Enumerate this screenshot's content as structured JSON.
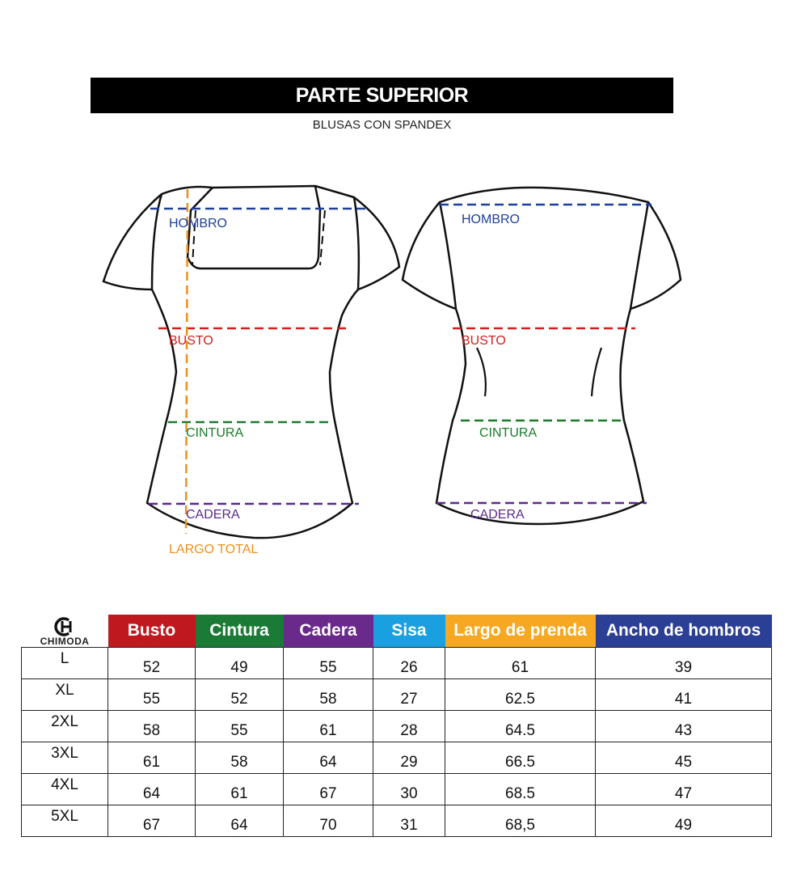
{
  "header": {
    "title": "PARTE SUPERIOR",
    "subtitle": "BLUSAS CON SPANDEX"
  },
  "front_labels": {
    "hombro": "HOMBRO",
    "busto": "BUSTO",
    "cintura": "CINTURA",
    "cadera": "CADERA",
    "largo_total": "LARGO TOTAL"
  },
  "back_labels": {
    "hombro": "HOMBRO",
    "busto": "BUSTO",
    "cintura": "CINTURA",
    "cadera": "CADERA"
  },
  "colors": {
    "hombro": "#1f3f9c",
    "busto": "#d11f1f",
    "cintura": "#1a7a2a",
    "cadera": "#5b2a8c",
    "largo_total": "#f0901c",
    "col_busto": "#c0181f",
    "col_cintura": "#1b7a35",
    "col_cadera": "#6a2a8c",
    "col_sisa": "#1aa0e0",
    "col_largo": "#f7a823",
    "col_ancho": "#2b3f94"
  },
  "logo": {
    "text": "CHIMODA"
  },
  "size_table": {
    "columns": [
      "Busto",
      "Cintura",
      "Cadera",
      "Sisa",
      "Largo de prenda",
      "Ancho de hombros"
    ],
    "rows": [
      {
        "size": "L",
        "values": [
          "52",
          "49",
          "55",
          "26",
          "61",
          "39"
        ]
      },
      {
        "size": "XL",
        "values": [
          "55",
          "52",
          "58",
          "27",
          "62.5",
          "41"
        ]
      },
      {
        "size": "2XL",
        "values": [
          "58",
          "55",
          "61",
          "28",
          "64.5",
          "43"
        ]
      },
      {
        "size": "3XL",
        "values": [
          "61",
          "58",
          "64",
          "29",
          "66.5",
          "45"
        ]
      },
      {
        "size": "4XL",
        "values": [
          "64",
          "61",
          "67",
          "30",
          "68.5",
          "47"
        ]
      },
      {
        "size": "5XL",
        "values": [
          "67",
          "64",
          "70",
          "31",
          "68,5",
          "49"
        ]
      }
    ]
  }
}
